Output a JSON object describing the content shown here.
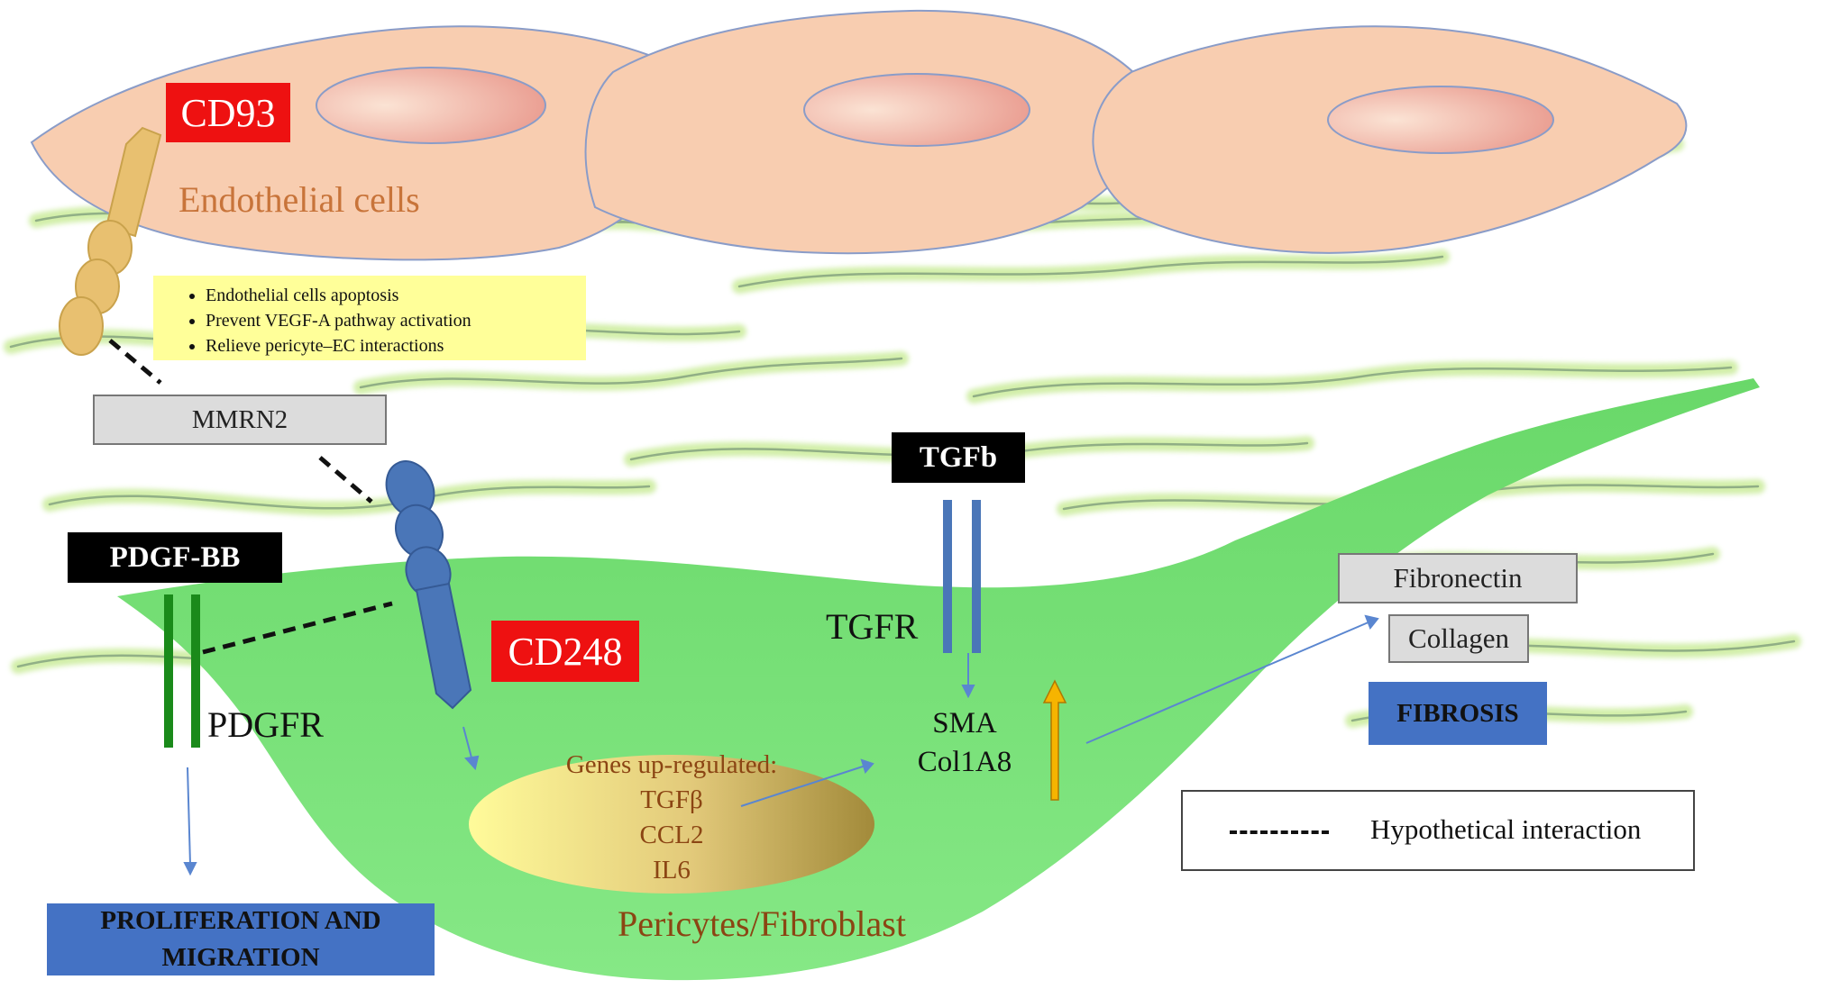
{
  "labels": {
    "cd93": "CD93",
    "endothelial_cells": "Endothelial cells",
    "mmrn2": "MMRN2",
    "pdgf_bb": "PDGF-BB",
    "pdgfr": "PDGFR",
    "cd248": "CD248",
    "tgfb": "TGFb",
    "tgfr": "TGFR",
    "fibronectin": "Fibronectin",
    "collagen": "Collagen",
    "fibrosis": "FIBROSIS",
    "proliferation": "PROLIFERATION AND MIGRATION",
    "pericytes": "Pericytes/Fibroblast",
    "legend": "Hypothetical interaction"
  },
  "effects": [
    "Endothelial  cells  apoptosis",
    "Prevent  VEGF-A  pathway  activation",
    "Relieve  pericyte–EC  interactions"
  ],
  "genes": {
    "title": "Genes up-regulated:",
    "items": [
      "TGFβ",
      "CCL2",
      "IL6"
    ]
  },
  "markers": [
    "SMA",
    "Col1A8"
  ],
  "colors": {
    "red_label": "#ee1111",
    "fibrosis_blue": "#4472c4",
    "cell_green": "#7be37b",
    "endothelial_peach": "#f8cdb0",
    "nucleus": "#e8968a",
    "cd93_receptor": "#e8c070",
    "cd248_receptor": "#4a76b8",
    "pdgfr_receptor": "#1a8a1a",
    "arrow_blue": "#5a86d0",
    "upregulation_arrow": "#f6b400"
  }
}
